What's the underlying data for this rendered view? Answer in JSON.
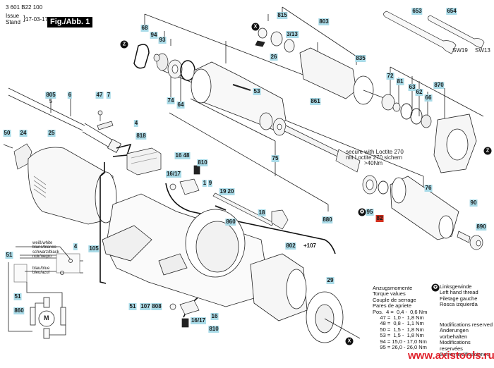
{
  "header": {
    "doc_number": "3 601 B22 100",
    "issue_label": "Issue",
    "stand_label": "Stand",
    "date": "17-03-17",
    "figure_label": "Fig./Abb. 1"
  },
  "part_labels": [
    {
      "id": "68",
      "text": "68"
    },
    {
      "id": "94",
      "text": "94"
    },
    {
      "id": "93",
      "text": "93"
    },
    {
      "id": "74",
      "text": "74"
    },
    {
      "id": "64",
      "text": "64"
    },
    {
      "id": "53",
      "text": "53"
    },
    {
      "id": "815",
      "text": "815"
    },
    {
      "id": "803",
      "text": "803"
    },
    {
      "id": "3_13",
      "text": "3/13"
    },
    {
      "id": "26",
      "text": "26"
    },
    {
      "id": "835",
      "text": "835"
    },
    {
      "id": "861",
      "text": "861"
    },
    {
      "id": "653",
      "text": "653"
    },
    {
      "id": "654",
      "text": "654"
    },
    {
      "id": "72",
      "text": "72"
    },
    {
      "id": "81",
      "text": "81"
    },
    {
      "id": "63",
      "text": "63"
    },
    {
      "id": "62",
      "text": "62"
    },
    {
      "id": "66",
      "text": "66"
    },
    {
      "id": "870",
      "text": "870"
    },
    {
      "id": "805",
      "text": "805"
    },
    {
      "id": "6",
      "text": "6"
    },
    {
      "id": "47",
      "text": "47"
    },
    {
      "id": "7",
      "text": "7"
    },
    {
      "id": "50",
      "text": "50"
    },
    {
      "id": "24",
      "text": "24"
    },
    {
      "id": "25",
      "text": "25"
    },
    {
      "id": "4_top",
      "text": "4"
    },
    {
      "id": "818",
      "text": "818"
    },
    {
      "id": "16_top",
      "text": "16"
    },
    {
      "id": "48",
      "text": "48"
    },
    {
      "id": "810_top",
      "text": "810"
    },
    {
      "id": "16_17_top",
      "text": "16/17"
    },
    {
      "id": "1",
      "text": "1"
    },
    {
      "id": "9",
      "text": "9"
    },
    {
      "id": "19",
      "text": "19"
    },
    {
      "id": "20",
      "text": "20"
    },
    {
      "id": "18",
      "text": "18"
    },
    {
      "id": "860_mid",
      "text": "860"
    },
    {
      "id": "880",
      "text": "880"
    },
    {
      "id": "75",
      "text": "75"
    },
    {
      "id": "76",
      "text": "76"
    },
    {
      "id": "95",
      "text": "95"
    },
    {
      "id": "82",
      "text": "82"
    },
    {
      "id": "90",
      "text": "90"
    },
    {
      "id": "890",
      "text": "890"
    },
    {
      "id": "802",
      "text": "802"
    },
    {
      "id": "105",
      "text": "105"
    },
    {
      "id": "51_bot",
      "text": "51"
    },
    {
      "id": "107",
      "text": "107"
    },
    {
      "id": "808",
      "text": "808"
    },
    {
      "id": "16_bot",
      "text": "16"
    },
    {
      "id": "16_17_bot",
      "text": "16/17"
    },
    {
      "id": "810_bot",
      "text": "810"
    },
    {
      "id": "29",
      "text": "29"
    },
    {
      "id": "51_wd_top",
      "text": "51"
    },
    {
      "id": "4_wd",
      "text": "4"
    },
    {
      "id": "51_wd",
      "text": "51"
    },
    {
      "id": "860_wd",
      "text": "860"
    }
  ],
  "extra_labels": {
    "plus_107": "+107",
    "sw19": "SW19",
    "sw13": "SW13",
    "left_thread_symbol": "X",
    "seal_symbol": "Z"
  },
  "loctite_note": [
    "secure with Loctite 270",
    "mit Loctite 270 sichern",
    ">40Nm"
  ],
  "wiring": {
    "white": [
      "weiß/white",
      "blanc/blanco"
    ],
    "black": [
      "schwarz/black",
      "noir/negro"
    ],
    "blue": [
      "blau/blue",
      "bleu/azul"
    ],
    "motor": "M"
  },
  "torque": {
    "title": [
      "Anzugsmomente",
      "Torque values",
      "Couple de serrage",
      "Pares de apriete"
    ],
    "prefix": "Pos.",
    "rows": [
      {
        "pos": "4",
        "min": "0,4",
        "max": "0,6",
        "unit": "Nm"
      },
      {
        "pos": "47",
        "min": "1,0",
        "max": "1,8",
        "unit": "Nm"
      },
      {
        "pos": "48",
        "min": "0,8",
        "max": "1,1",
        "unit": "Nm"
      },
      {
        "pos": "50",
        "min": "1,5",
        "max": "1,8",
        "unit": "Nm"
      },
      {
        "pos": "53",
        "min": "1,5",
        "max": "1,8",
        "unit": "Nm"
      },
      {
        "pos": "94",
        "min": "15,0",
        "max": "17,0",
        "unit": "Nm"
      },
      {
        "pos": "95",
        "min": "26,0",
        "max": "26,0",
        "unit": "Nm"
      }
    ]
  },
  "left_hand_thread": [
    "Linksgewinde",
    "Left hand thread",
    "Filetage gauche",
    "Rosca izquierda"
  ],
  "modifications": [
    "Modifications reserved",
    "Änderungen vorbehalten",
    "Modifications reservées",
    "Salvo modificaciones"
  ],
  "watermark": "www.axistools.ru",
  "colors": {
    "label_bg": "#a9dbe8",
    "highlight_label_bg": "#d2301e",
    "watermark": "#e0202a"
  }
}
